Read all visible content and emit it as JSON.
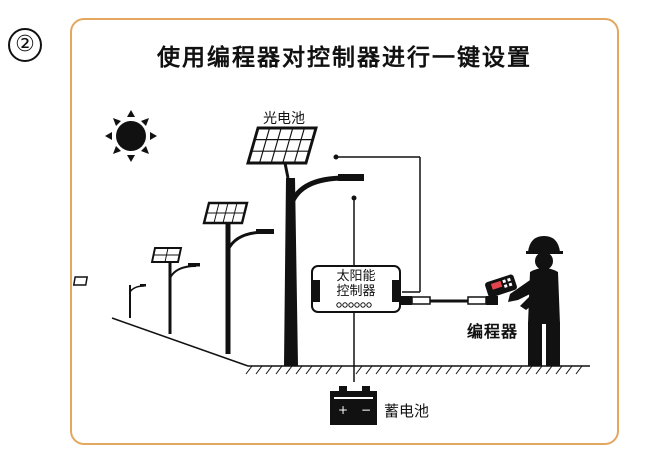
{
  "step_number": "②",
  "title": "使用编程器对控制器进行一键设置",
  "labels": {
    "solar_panel": "光电池",
    "controller_line1": "太阳能",
    "controller_line2": "控制器",
    "programmer": "编程器",
    "battery": "蓄电池",
    "battery_plus": "+",
    "battery_minus": "−"
  },
  "colors": {
    "frame_border": "#e3a760",
    "ink": "#111111"
  }
}
